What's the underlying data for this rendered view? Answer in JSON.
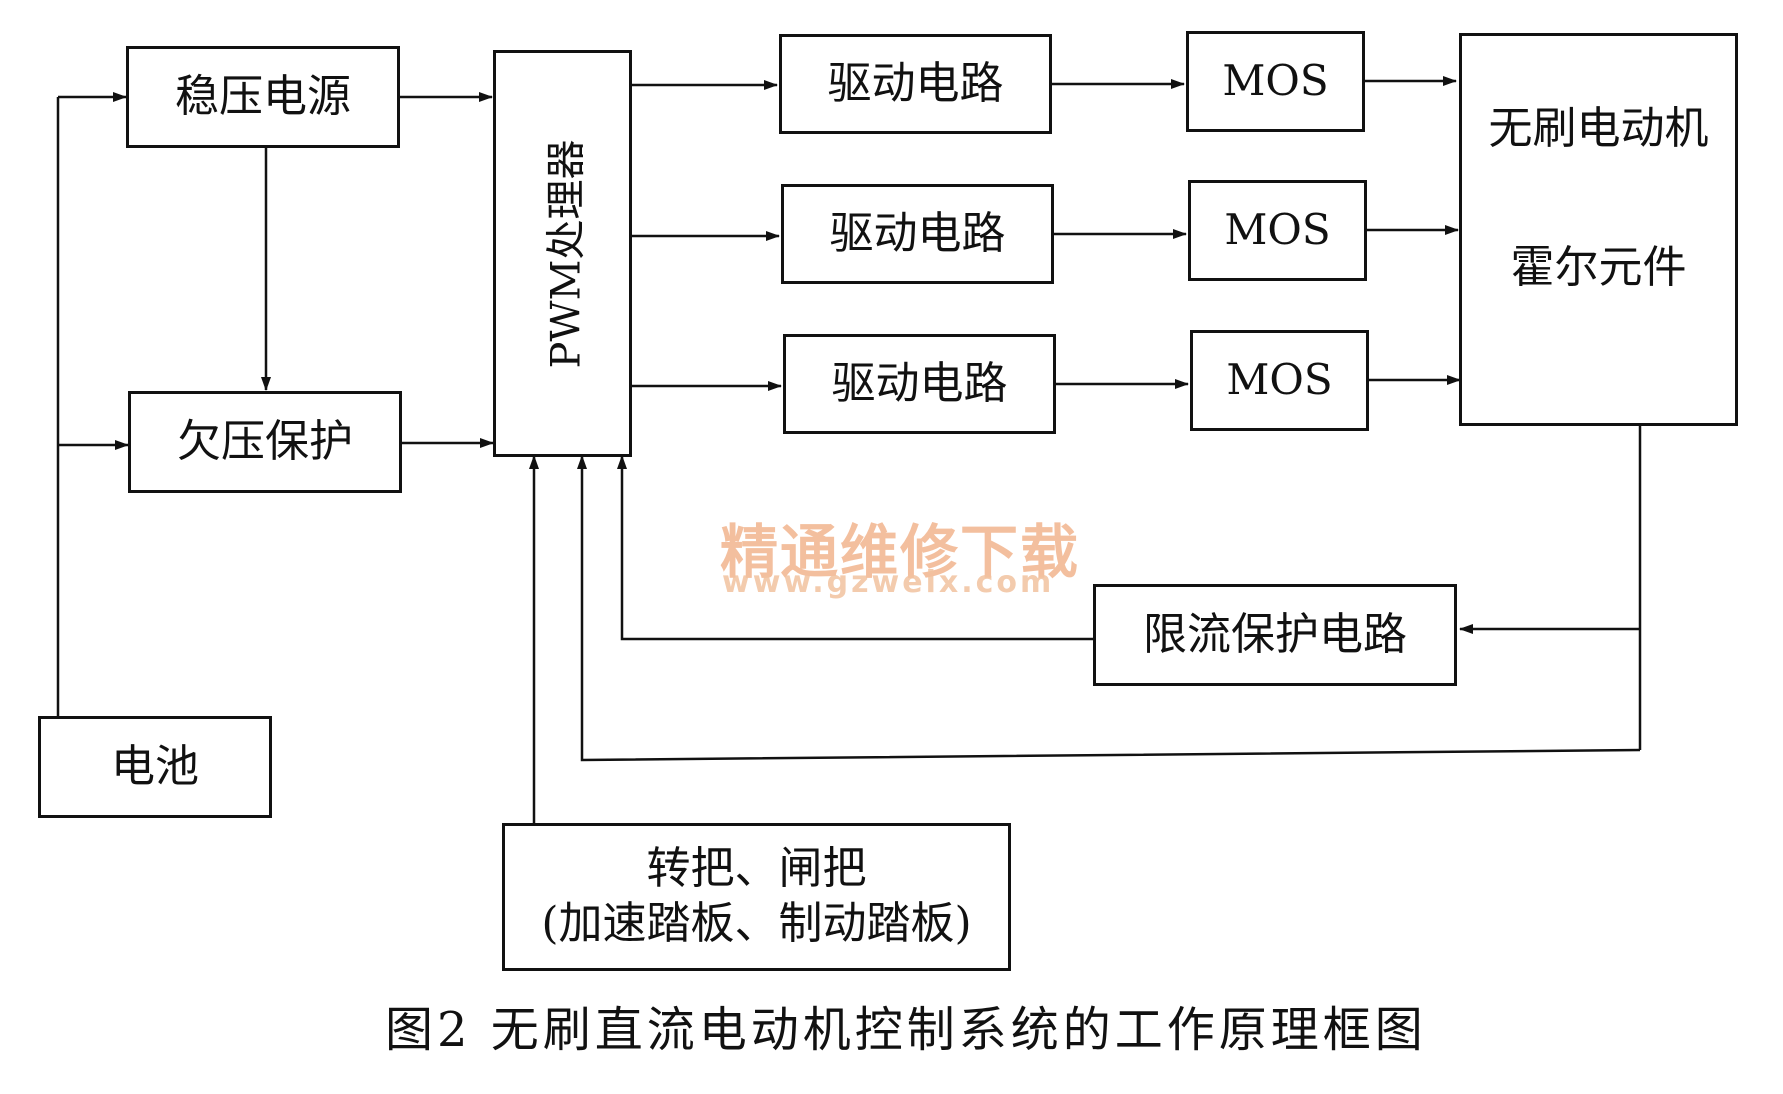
{
  "blocks": {
    "regulated_supply": "稳压电源",
    "undervoltage_protection": "欠压保护",
    "battery": "电池",
    "pwm_processor": "PWM处理器",
    "drive_circuit_1": "驱动电路",
    "drive_circuit_2": "驱动电路",
    "drive_circuit_3": "驱动电路",
    "mos_1": "MOS",
    "mos_2": "MOS",
    "mos_3": "MOS",
    "motor": "无刷电动机",
    "hall": "霍尔元件",
    "current_limit": "限流保护电路",
    "throttle_line1": "转把、闸把",
    "throttle_line2": "(加速踏板、制动踏板)"
  },
  "watermark": {
    "text": "精通维修下载",
    "url": "www.gzweix.com"
  },
  "caption": "图2  无刷直流电动机控制系统的工作原理框图",
  "colors": {
    "line": "#111111",
    "watermark": "#f2b48e"
  }
}
